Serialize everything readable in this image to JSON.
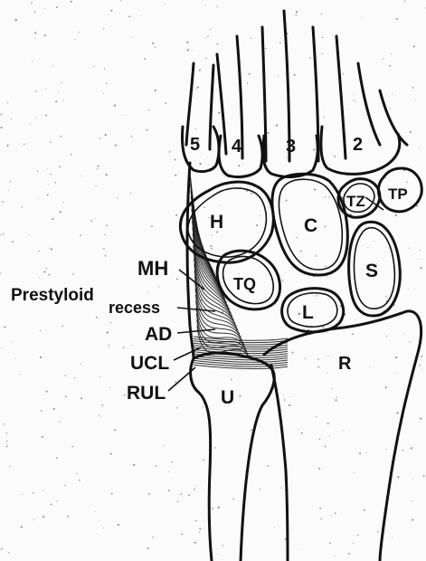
{
  "diagram": {
    "bone_labels": {
      "meta5": "5",
      "meta4": "4",
      "meta3": "3",
      "meta2": "2",
      "hamate": "H",
      "capitate": "C",
      "trapezoid": "TZ",
      "trapezium": "TP",
      "triquetrum": "TQ",
      "scaphoid": "S",
      "lunate": "L",
      "radius": "R",
      "ulna": "U"
    },
    "structure_labels": {
      "mh": "MH",
      "prestyloid": "Prestyloid",
      "recess": "recess",
      "ad": "AD",
      "ucl": "UCL",
      "rul": "RUL"
    }
  }
}
